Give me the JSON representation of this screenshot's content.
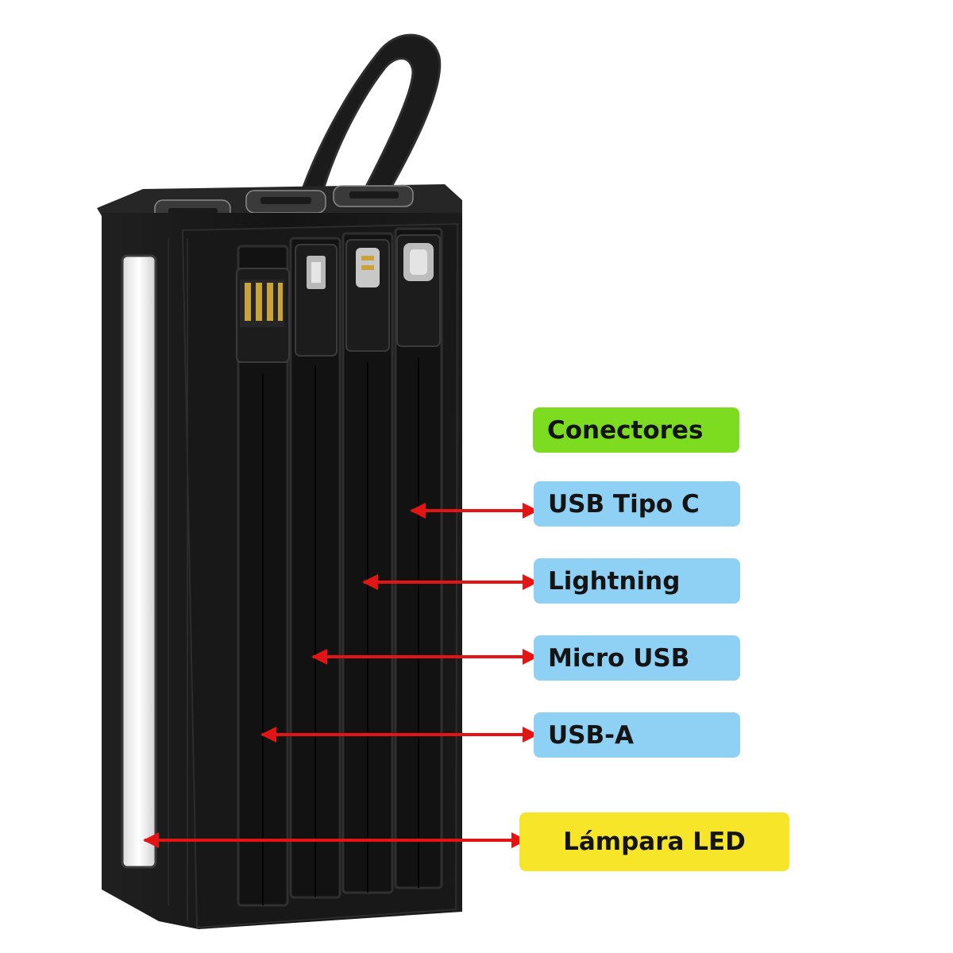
{
  "labels": {
    "title": "Conectores",
    "usb_c": "USB Tipo C",
    "lightning": "Lightning",
    "micro_usb": "Micro USB",
    "usb_a": "USB-A",
    "led_lamp": "Lámpara LED"
  },
  "colors": {
    "title_bg": "#7ddc1f",
    "connector_bg": "#8fd0f5",
    "led_bg": "#f7e52a",
    "arrow": "#e21414",
    "body": "#151515",
    "led_glow": "#f4f4f4"
  }
}
